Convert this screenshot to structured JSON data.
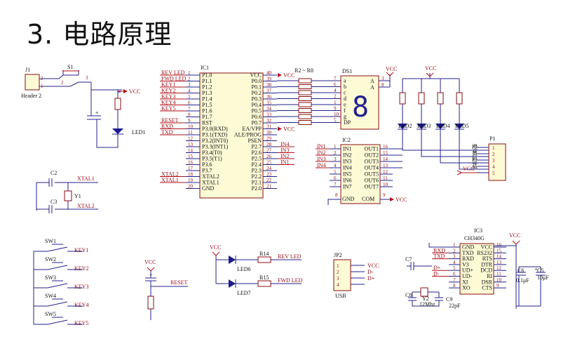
{
  "title": "3. 电路原理",
  "labels": {
    "vcc": "VCC",
    "j1": "J1",
    "header2": "Header 2",
    "s1": "S1",
    "led1": "LED1",
    "ic1": "IC1",
    "r2r8": "R2 ~ R8",
    "ds1": "DS1",
    "ic2": "IC2",
    "p1": "P1",
    "c2": "C2",
    "c3": "C3",
    "y1": "Y1",
    "xtal1": "XTAL1",
    "xtal2": "XTAL2",
    "rst": "RESET",
    "r14": "R14",
    "r15": "R15",
    "led6": "LED6",
    "led7": "LED7",
    "rev": "REV LED",
    "fwd": "FWD LED",
    "jp2": "JP2",
    "usb": "USB",
    "ic3": "IC3",
    "ch340": "CH340G",
    "c7": "C7",
    "c8": "C8",
    "c9": "C9",
    "y2": "Y2",
    "y2v": "12Mhz",
    "c9v": "22pF",
    "c6": "C6",
    "c6v": "0.1μF",
    "c5": "C5",
    "c5v": "10μF",
    "gnd": "GND",
    "com": "COM",
    "dp": "DP",
    "rxd": "RXD",
    "txd": "TXD",
    "dplus": "D+",
    "dminus": "D-",
    "pin1": "1",
    "pin2": "2",
    "pin3": "3",
    "pinA": "A"
  },
  "ic1_left": [
    {
      "net": "REV LED",
      "pin": "1",
      "name": "P1.0"
    },
    {
      "net": "FWD LED",
      "pin": "2",
      "name": "P1.1"
    },
    {
      "net": "KEY1",
      "pin": "3",
      "name": "P1.2"
    },
    {
      "net": "KEY2",
      "pin": "4",
      "name": "P1.3"
    },
    {
      "net": "KEY3",
      "pin": "5",
      "name": "P1.4"
    },
    {
      "net": "KEY4",
      "pin": "6",
      "name": "P1.5"
    },
    {
      "net": "KEY5",
      "pin": "7",
      "name": "P1.6"
    },
    {
      "net": "",
      "pin": "8",
      "name": "P1.7"
    },
    {
      "net": "RESET",
      "pin": "9",
      "name": "RST"
    },
    {
      "net": "RXD",
      "pin": "10",
      "name": "P3.0(RXD)"
    },
    {
      "net": "TXD",
      "pin": "11",
      "name": "P3.1(TXD)"
    },
    {
      "net": "",
      "pin": "12",
      "name": "P3.2(INT0)"
    },
    {
      "net": "",
      "pin": "13",
      "name": "P3.3(INT1)"
    },
    {
      "net": "",
      "pin": "14",
      "name": "P3.4(T0)"
    },
    {
      "net": "",
      "pin": "15",
      "name": "P3.5(T1)"
    },
    {
      "net": "",
      "pin": "16",
      "name": "P3.6"
    },
    {
      "net": "",
      "pin": "17",
      "name": "P3.7"
    },
    {
      "net": "XTAL2",
      "pin": "18",
      "name": "XTAL2"
    },
    {
      "net": "XTAL1",
      "pin": "19",
      "name": "XTAL1"
    },
    {
      "net": "",
      "pin": "20",
      "name": "GND"
    }
  ],
  "ic1_right": [
    {
      "net": "VCC",
      "pin": "40",
      "name": "VCC"
    },
    {
      "net": "",
      "pin": "39",
      "name": "P0.0"
    },
    {
      "net": "",
      "pin": "38",
      "name": "P0.1"
    },
    {
      "net": "",
      "pin": "37",
      "name": "P0.2"
    },
    {
      "net": "",
      "pin": "36",
      "name": "P0.3"
    },
    {
      "net": "",
      "pin": "35",
      "name": "P0.4"
    },
    {
      "net": "",
      "pin": "34",
      "name": "P0.5"
    },
    {
      "net": "",
      "pin": "33",
      "name": "P0.6"
    },
    {
      "net": "",
      "pin": "32",
      "name": "P0.7"
    },
    {
      "net": "VCC",
      "pin": "31",
      "name": "EA/VPP"
    },
    {
      "net": "",
      "pin": "30",
      "name": "ALE/PROG"
    },
    {
      "net": "",
      "pin": "29",
      "name": "PSEN"
    },
    {
      "net": "IN4",
      "pin": "28",
      "name": "P2.7"
    },
    {
      "net": "IN3",
      "pin": "27",
      "name": "P2.6"
    },
    {
      "net": "IN2",
      "pin": "26",
      "name": "P2.5"
    },
    {
      "net": "IN1",
      "pin": "25",
      "name": "P2.4"
    },
    {
      "net": "",
      "pin": "24",
      "name": "P2.3"
    },
    {
      "net": "",
      "pin": "23",
      "name": "P2.2"
    },
    {
      "net": "",
      "pin": "22",
      "name": "P2.1"
    },
    {
      "net": "",
      "pin": "21",
      "name": "P2.0"
    }
  ],
  "ds1_pins": [
    {
      "pin": "7",
      "name": "a"
    },
    {
      "pin": "6",
      "name": "b"
    },
    {
      "pin": "4",
      "name": "c"
    },
    {
      "pin": "2",
      "name": "d"
    },
    {
      "pin": "1",
      "name": "e"
    },
    {
      "pin": "9",
      "name": "f"
    },
    {
      "pin": "10",
      "name": "g"
    },
    {
      "pin": "5",
      "name": "DP"
    }
  ],
  "ds1_common": [
    {
      "pin": "3",
      "name": "A"
    },
    {
      "pin": "8",
      "name": "A"
    }
  ],
  "ic2_in": [
    {
      "net": "IN1",
      "pin": "1",
      "name": "IN1"
    },
    {
      "net": "IN2",
      "pin": "2",
      "name": "IN2"
    },
    {
      "net": "IN3",
      "pin": "3",
      "name": "IN3"
    },
    {
      "net": "IN4",
      "pin": "4",
      "name": "IN4"
    },
    {
      "net": "",
      "pin": "5",
      "name": "IN5"
    },
    {
      "net": "",
      "pin": "6",
      "name": "IN6"
    },
    {
      "net": "",
      "pin": "7",
      "name": "IN7"
    }
  ],
  "ic2_out": [
    {
      "pin": "16",
      "name": "OUT1"
    },
    {
      "pin": "15",
      "name": "OUT2"
    },
    {
      "pin": "14",
      "name": "OUT3"
    },
    {
      "pin": "13",
      "name": "OUT4"
    },
    {
      "pin": "12",
      "name": "OUT5"
    },
    {
      "pin": "11",
      "name": "OUT6"
    },
    {
      "pin": "10",
      "name": "OUT7"
    }
  ],
  "ic2_bottom": [
    {
      "pin": "8",
      "name": "GND"
    },
    {
      "pin": "9",
      "name": "COM"
    }
  ],
  "leds": [
    "LED2",
    "LED3",
    "LED4",
    "LED5"
  ],
  "p1_pins": [
    {
      "pin": "1",
      "wire": "橙"
    },
    {
      "pin": "2",
      "wire": "黄"
    },
    {
      "pin": "3",
      "wire": "粉"
    },
    {
      "pin": "4",
      "wire": "蓝"
    },
    {
      "pin": "5",
      "wire": ""
    }
  ],
  "switches": [
    {
      "name": "SW1",
      "net": "KEY1"
    },
    {
      "name": "SW2",
      "net": "KEY2"
    },
    {
      "name": "SW3",
      "net": "KEY3"
    },
    {
      "name": "SW4",
      "net": "KEY4"
    },
    {
      "name": "SW5",
      "net": "KEY5"
    }
  ],
  "jp2_pins": [
    {
      "pin": "1",
      "net": "VCC"
    },
    {
      "pin": "2",
      "net": "D-"
    },
    {
      "pin": "3",
      "net": "D+"
    },
    {
      "pin": "4",
      "net": ""
    }
  ],
  "ic3_left": [
    {
      "net": "",
      "pin": "1",
      "name": "GND"
    },
    {
      "net": "RXD",
      "pin": "2",
      "name": "TXD"
    },
    {
      "net": "TXD",
      "pin": "3",
      "name": "RXD"
    },
    {
      "net": "",
      "pin": "4",
      "name": "V3"
    },
    {
      "net": "D+",
      "pin": "5",
      "name": "UD+"
    },
    {
      "net": "D-",
      "pin": "6",
      "name": "UD-"
    },
    {
      "net": "",
      "pin": "7",
      "name": "XI"
    },
    {
      "net": "",
      "pin": "8",
      "name": "XO"
    }
  ],
  "ic3_right": [
    {
      "pin": "16",
      "name": "VCC"
    },
    {
      "pin": "15",
      "name": "RS232"
    },
    {
      "pin": "14",
      "name": "RTS"
    },
    {
      "pin": "13",
      "name": "DTR"
    },
    {
      "pin": "12",
      "name": "DCD"
    },
    {
      "pin": "11",
      "name": "RI"
    },
    {
      "pin": "10",
      "name": "DSR"
    },
    {
      "pin": "9",
      "name": "CTS"
    }
  ]
}
